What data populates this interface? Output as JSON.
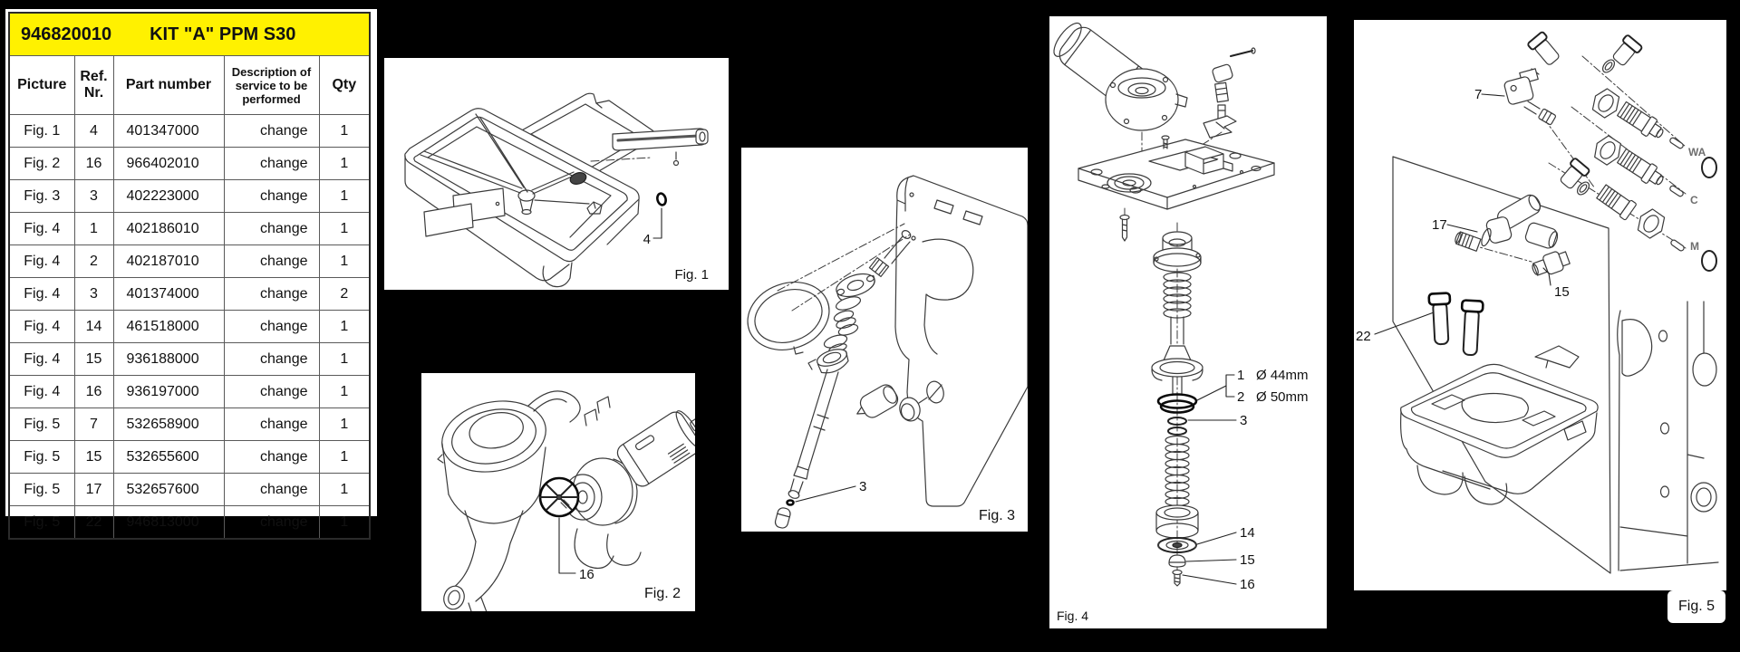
{
  "document": {
    "title": {
      "kit_number": "946820010",
      "kit_name": "KIT \"A\" PPM S30"
    }
  },
  "table": {
    "headers": {
      "picture": "Picture",
      "ref": "Ref. Nr.",
      "part": "Part number",
      "description": "Description of service to be performed",
      "qty": "Qty"
    },
    "rows": [
      {
        "picture": "Fig. 1",
        "ref": "4",
        "part": "401347000",
        "description": "change",
        "qty": "1"
      },
      {
        "picture": "Fig. 2",
        "ref": "16",
        "part": "966402010",
        "description": "change",
        "qty": "1"
      },
      {
        "picture": "Fig. 3",
        "ref": "3",
        "part": "402223000",
        "description": "change",
        "qty": "1"
      },
      {
        "picture": "Fig. 4",
        "ref": "1",
        "part": "402186010",
        "description": "change",
        "qty": "1"
      },
      {
        "picture": "Fig. 4",
        "ref": "2",
        "part": "402187010",
        "description": "change",
        "qty": "1"
      },
      {
        "picture": "Fig. 4",
        "ref": "3",
        "part": "401374000",
        "description": "change",
        "qty": "2"
      },
      {
        "picture": "Fig. 4",
        "ref": "14",
        "part": "461518000",
        "description": "change",
        "qty": "1"
      },
      {
        "picture": "Fig. 4",
        "ref": "15",
        "part": "936188000",
        "description": "change",
        "qty": "1"
      },
      {
        "picture": "Fig. 4",
        "ref": "16",
        "part": "936197000",
        "description": "change",
        "qty": "1"
      },
      {
        "picture": "Fig. 5",
        "ref": "7",
        "part": "532658900",
        "description": "change",
        "qty": "1"
      },
      {
        "picture": "Fig. 5",
        "ref": "15",
        "part": "532655600",
        "description": "change",
        "qty": "1"
      },
      {
        "picture": "Fig. 5",
        "ref": "17",
        "part": "532657600",
        "description": "change",
        "qty": "1"
      },
      {
        "picture": "Fig. 5",
        "ref": "22",
        "part": "946813000",
        "description": "change",
        "qty": "1"
      }
    ]
  },
  "figures": {
    "fig1": {
      "label": "Fig. 1",
      "callouts": {
        "c4": "4"
      }
    },
    "fig2": {
      "label": "Fig. 2",
      "callouts": {
        "c16": "16"
      }
    },
    "fig3": {
      "label": "Fig. 3",
      "callouts": {
        "c3": "3"
      }
    },
    "fig4": {
      "label": "Fig. 4",
      "callouts": {
        "c1": "1",
        "c2": "2",
        "c3": "3",
        "c14": "14",
        "c15": "15",
        "c16": "16"
      },
      "dims": {
        "d44": "Ø 44mm",
        "d50": "Ø 50mm"
      }
    },
    "fig5": {
      "label": "Fig. 5",
      "callouts": {
        "c7": "7",
        "c17": "17",
        "c15": "15",
        "c22": "22"
      },
      "ports": {
        "wa": "WA",
        "c": "C",
        "m": "M"
      }
    }
  }
}
